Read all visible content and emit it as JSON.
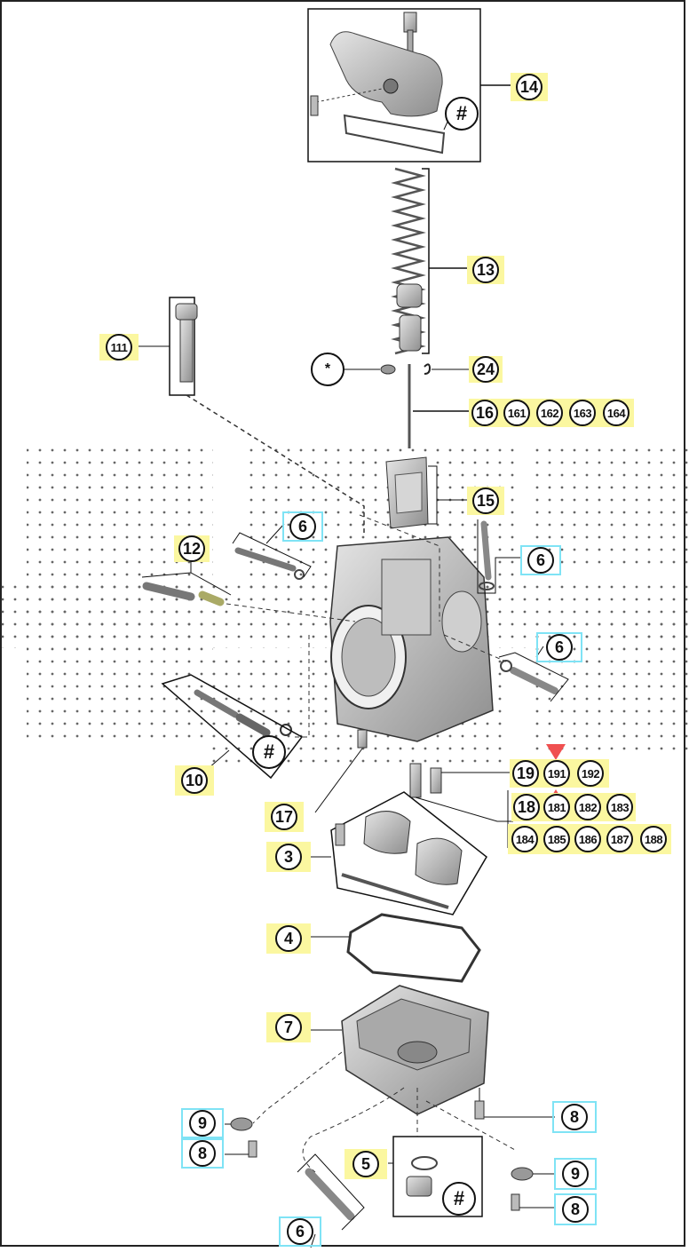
{
  "callouts": [
    {
      "id": "c14",
      "text": "14",
      "style": "yellow"
    },
    {
      "id": "c14h",
      "text": "#",
      "style": "plain"
    },
    {
      "id": "c13",
      "text": "13",
      "style": "yellow"
    },
    {
      "id": "c111",
      "text": "111",
      "style": "yellow"
    },
    {
      "id": "cstar",
      "text": "*",
      "style": "plain"
    },
    {
      "id": "c24",
      "text": "24",
      "style": "yellow"
    },
    {
      "id": "c16",
      "text": "16",
      "style": "yellow"
    },
    {
      "id": "c161",
      "text": "161",
      "style": "yellow"
    },
    {
      "id": "c162",
      "text": "162",
      "style": "yellow"
    },
    {
      "id": "c163",
      "text": "163",
      "style": "yellow"
    },
    {
      "id": "c164",
      "text": "164",
      "style": "yellow"
    },
    {
      "id": "c15",
      "text": "15",
      "style": "yellow"
    },
    {
      "id": "c6a",
      "text": "6",
      "style": "cyan"
    },
    {
      "id": "c6b",
      "text": "6",
      "style": "cyan"
    },
    {
      "id": "c12",
      "text": "12",
      "style": "yellow"
    },
    {
      "id": "c6c",
      "text": "6",
      "style": "cyan"
    },
    {
      "id": "c10h",
      "text": "#",
      "style": "plain"
    },
    {
      "id": "c10",
      "text": "10",
      "style": "yellow"
    },
    {
      "id": "c19",
      "text": "19",
      "style": "yellow"
    },
    {
      "id": "c191",
      "text": "191",
      "style": "yellow"
    },
    {
      "id": "c192",
      "text": "192",
      "style": "yellow"
    },
    {
      "id": "c17",
      "text": "17",
      "style": "yellow"
    },
    {
      "id": "c18",
      "text": "18",
      "style": "yellow"
    },
    {
      "id": "c181",
      "text": "181",
      "style": "yellow"
    },
    {
      "id": "c182",
      "text": "182",
      "style": "yellow"
    },
    {
      "id": "c183",
      "text": "183",
      "style": "yellow"
    },
    {
      "id": "c184",
      "text": "184",
      "style": "yellow"
    },
    {
      "id": "c185",
      "text": "185",
      "style": "yellow"
    },
    {
      "id": "c186",
      "text": "186",
      "style": "yellow"
    },
    {
      "id": "c187",
      "text": "187",
      "style": "yellow"
    },
    {
      "id": "c188",
      "text": "188",
      "style": "yellow"
    },
    {
      "id": "c3",
      "text": "3",
      "style": "yellow"
    },
    {
      "id": "c4",
      "text": "4",
      "style": "yellow"
    },
    {
      "id": "c7",
      "text": "7",
      "style": "yellow"
    },
    {
      "id": "c8a",
      "text": "8",
      "style": "cyan"
    },
    {
      "id": "c9a",
      "text": "9",
      "style": "cyan"
    },
    {
      "id": "c8b",
      "text": "8",
      "style": "cyan"
    },
    {
      "id": "c5",
      "text": "5",
      "style": "yellow"
    },
    {
      "id": "c5h",
      "text": "#",
      "style": "plain"
    },
    {
      "id": "c9b",
      "text": "9",
      "style": "cyan"
    },
    {
      "id": "c8c",
      "text": "8",
      "style": "cyan"
    },
    {
      "id": "c6d",
      "text": "6",
      "style": "cyan"
    }
  ],
  "colors": {
    "highlight_yellow": "#fbf7a0",
    "highlight_cyan": "#7fe3f5",
    "marker_red": "#f05050",
    "line": "#111111",
    "part_gray": "#9a9a9a"
  }
}
